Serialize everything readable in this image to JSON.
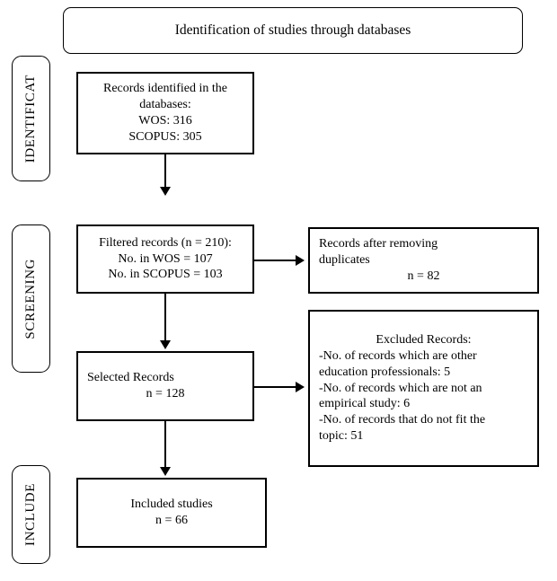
{
  "figure": {
    "type": "prisma-flow-diagram",
    "header": {
      "label": "Identification of studies through databases"
    },
    "stages": [
      {
        "id": "identification",
        "label": "IDENTIFICAT"
      },
      {
        "id": "screening",
        "label": "SCREENING"
      },
      {
        "id": "included",
        "label": "INCLUDE"
      }
    ],
    "boxes": {
      "records_identified": {
        "lines": [
          "Records identified in the",
          "databases:",
          "WOS: 316",
          "SCOPUS: 305"
        ]
      },
      "filtered_records": {
        "lines": [
          "Filtered records (n = 210):",
          "No. in WOS = 107",
          "No. in SCOPUS = 103"
        ]
      },
      "after_duplicates": {
        "lines": [
          "Records after removing",
          "duplicates"
        ],
        "count": "n = 82"
      },
      "selected_records": {
        "title": "Selected Records",
        "count": "n = 128"
      },
      "excluded_records": {
        "title": "Excluded Records:",
        "lines": [
          "-No. of records which are other",
          "education professionals: 5",
          "-No. of records which are not an",
          "empirical study: 6",
          "-No. of records that do not fit the",
          "topic: 51"
        ]
      },
      "included_studies": {
        "lines": [
          "Included studies",
          "n = 66"
        ]
      }
    },
    "connectors": [
      {
        "id": "identified-to-filtered",
        "direction": "down"
      },
      {
        "id": "filtered-to-duplicates",
        "direction": "right"
      },
      {
        "id": "filtered-to-selected",
        "direction": "down"
      },
      {
        "id": "selected-to-excluded",
        "direction": "right"
      },
      {
        "id": "selected-to-included",
        "direction": "down"
      }
    ],
    "colors": {
      "stroke": "#000000",
      "background": "#ffffff",
      "text": "#000000"
    }
  }
}
